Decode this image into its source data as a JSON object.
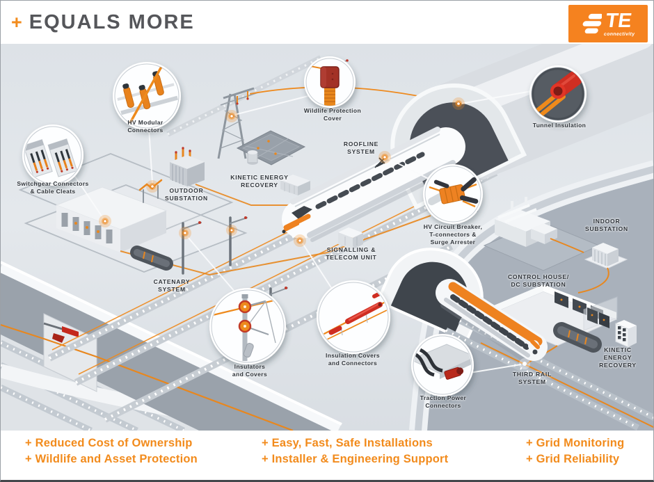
{
  "header": {
    "plus_symbol": "+",
    "title": "EQUALS MORE"
  },
  "logo": {
    "brand": "TE",
    "tagline": "connectivity",
    "background_color": "#F5821F"
  },
  "colors": {
    "accent_orange": "#F28B1C",
    "title_gray": "#55565a",
    "label_dark": "#2e3339",
    "scene_background": "#dde2e7",
    "alert_red": "#cf2d20"
  },
  "diagram": {
    "callouts": {
      "switchgear": {
        "label": "Switchgear Connectors\n& Cable Cleats"
      },
      "hv_modular": {
        "label": "HV Modular\nConnectors"
      },
      "wildlife": {
        "label": "Wildlife Protection\nCover"
      },
      "tunnel_insulation": {
        "label": "Tunnel Insulation"
      },
      "hv_breaker": {
        "label": "HV Circuit Breaker,\nT-connectors &\nSurge Arrester"
      },
      "insulators": {
        "label": "Insulators\nand Covers"
      },
      "insulation_covers": {
        "label": "Insulation Covers\nand Connectors"
      },
      "traction_power": {
        "label": "Traction Power\nConnectors"
      }
    },
    "system_labels": {
      "roofline": "ROOFLINE\nSYSTEM",
      "outdoor_substation": "OUTDOOR\nSUBSTATION",
      "kinetic_energy_1": "KINETIC ENERGY\nRECOVERY",
      "signalling": "SIGNALLING &\nTELECOM UNIT",
      "catenary": "CATENARY\nSYSTEM",
      "indoor_substation": "INDOOR\nSUBSTATION",
      "control_house": "CONTROL HOUSE/\nDC SUBSTATION",
      "kinetic_energy_2": "KINETIC ENERGY\nRECOVERY",
      "third_rail": "THIRD RAIL\nSYSTEM"
    }
  },
  "footer": {
    "columns": [
      {
        "items": [
          "+ Reduced Cost of Ownership",
          "+ Wildlife and Asset Protection"
        ]
      },
      {
        "items": [
          "+ Easy, Fast, Safe Installations",
          "+ Installer & Engineering Support"
        ]
      },
      {
        "items": [
          "+ Grid Monitoring",
          "+ Grid Reliability"
        ]
      }
    ]
  }
}
